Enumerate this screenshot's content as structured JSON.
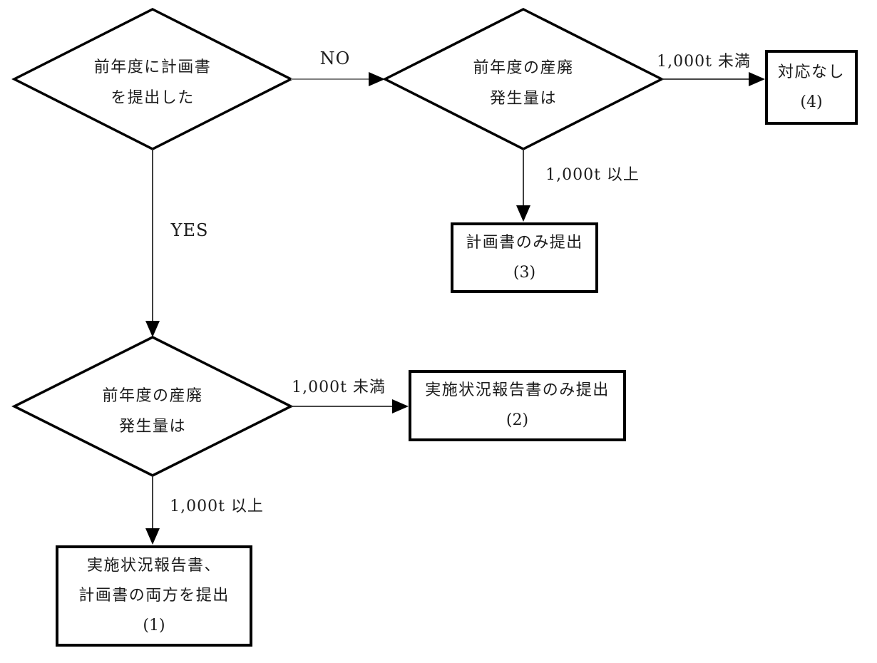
{
  "diagram": {
    "decisions": [
      {
        "line1": "前年度に計画書",
        "line2": "を提出した"
      },
      {
        "line1": "前年度の産廃",
        "line2": "発生量は"
      },
      {
        "line1": "前年度の産廃",
        "line2": "発生量は"
      }
    ],
    "edge_labels": {
      "no": "NO",
      "yes": "YES",
      "d2_right": "1,000t 未満",
      "d2_down": "1,000t 以上",
      "d3_right": "1,000t 未満",
      "d3_down": "1,000t 以上"
    },
    "results": [
      {
        "line1": "実施状況報告書、",
        "line2": "計画書の両方を提出",
        "number": "(1)"
      },
      {
        "line1": "実施状況報告書のみ提出",
        "number": "(2)"
      },
      {
        "line1": "計画書のみ提出",
        "number": "(3)"
      },
      {
        "line1": "対応なし",
        "number": "(4)"
      }
    ]
  }
}
